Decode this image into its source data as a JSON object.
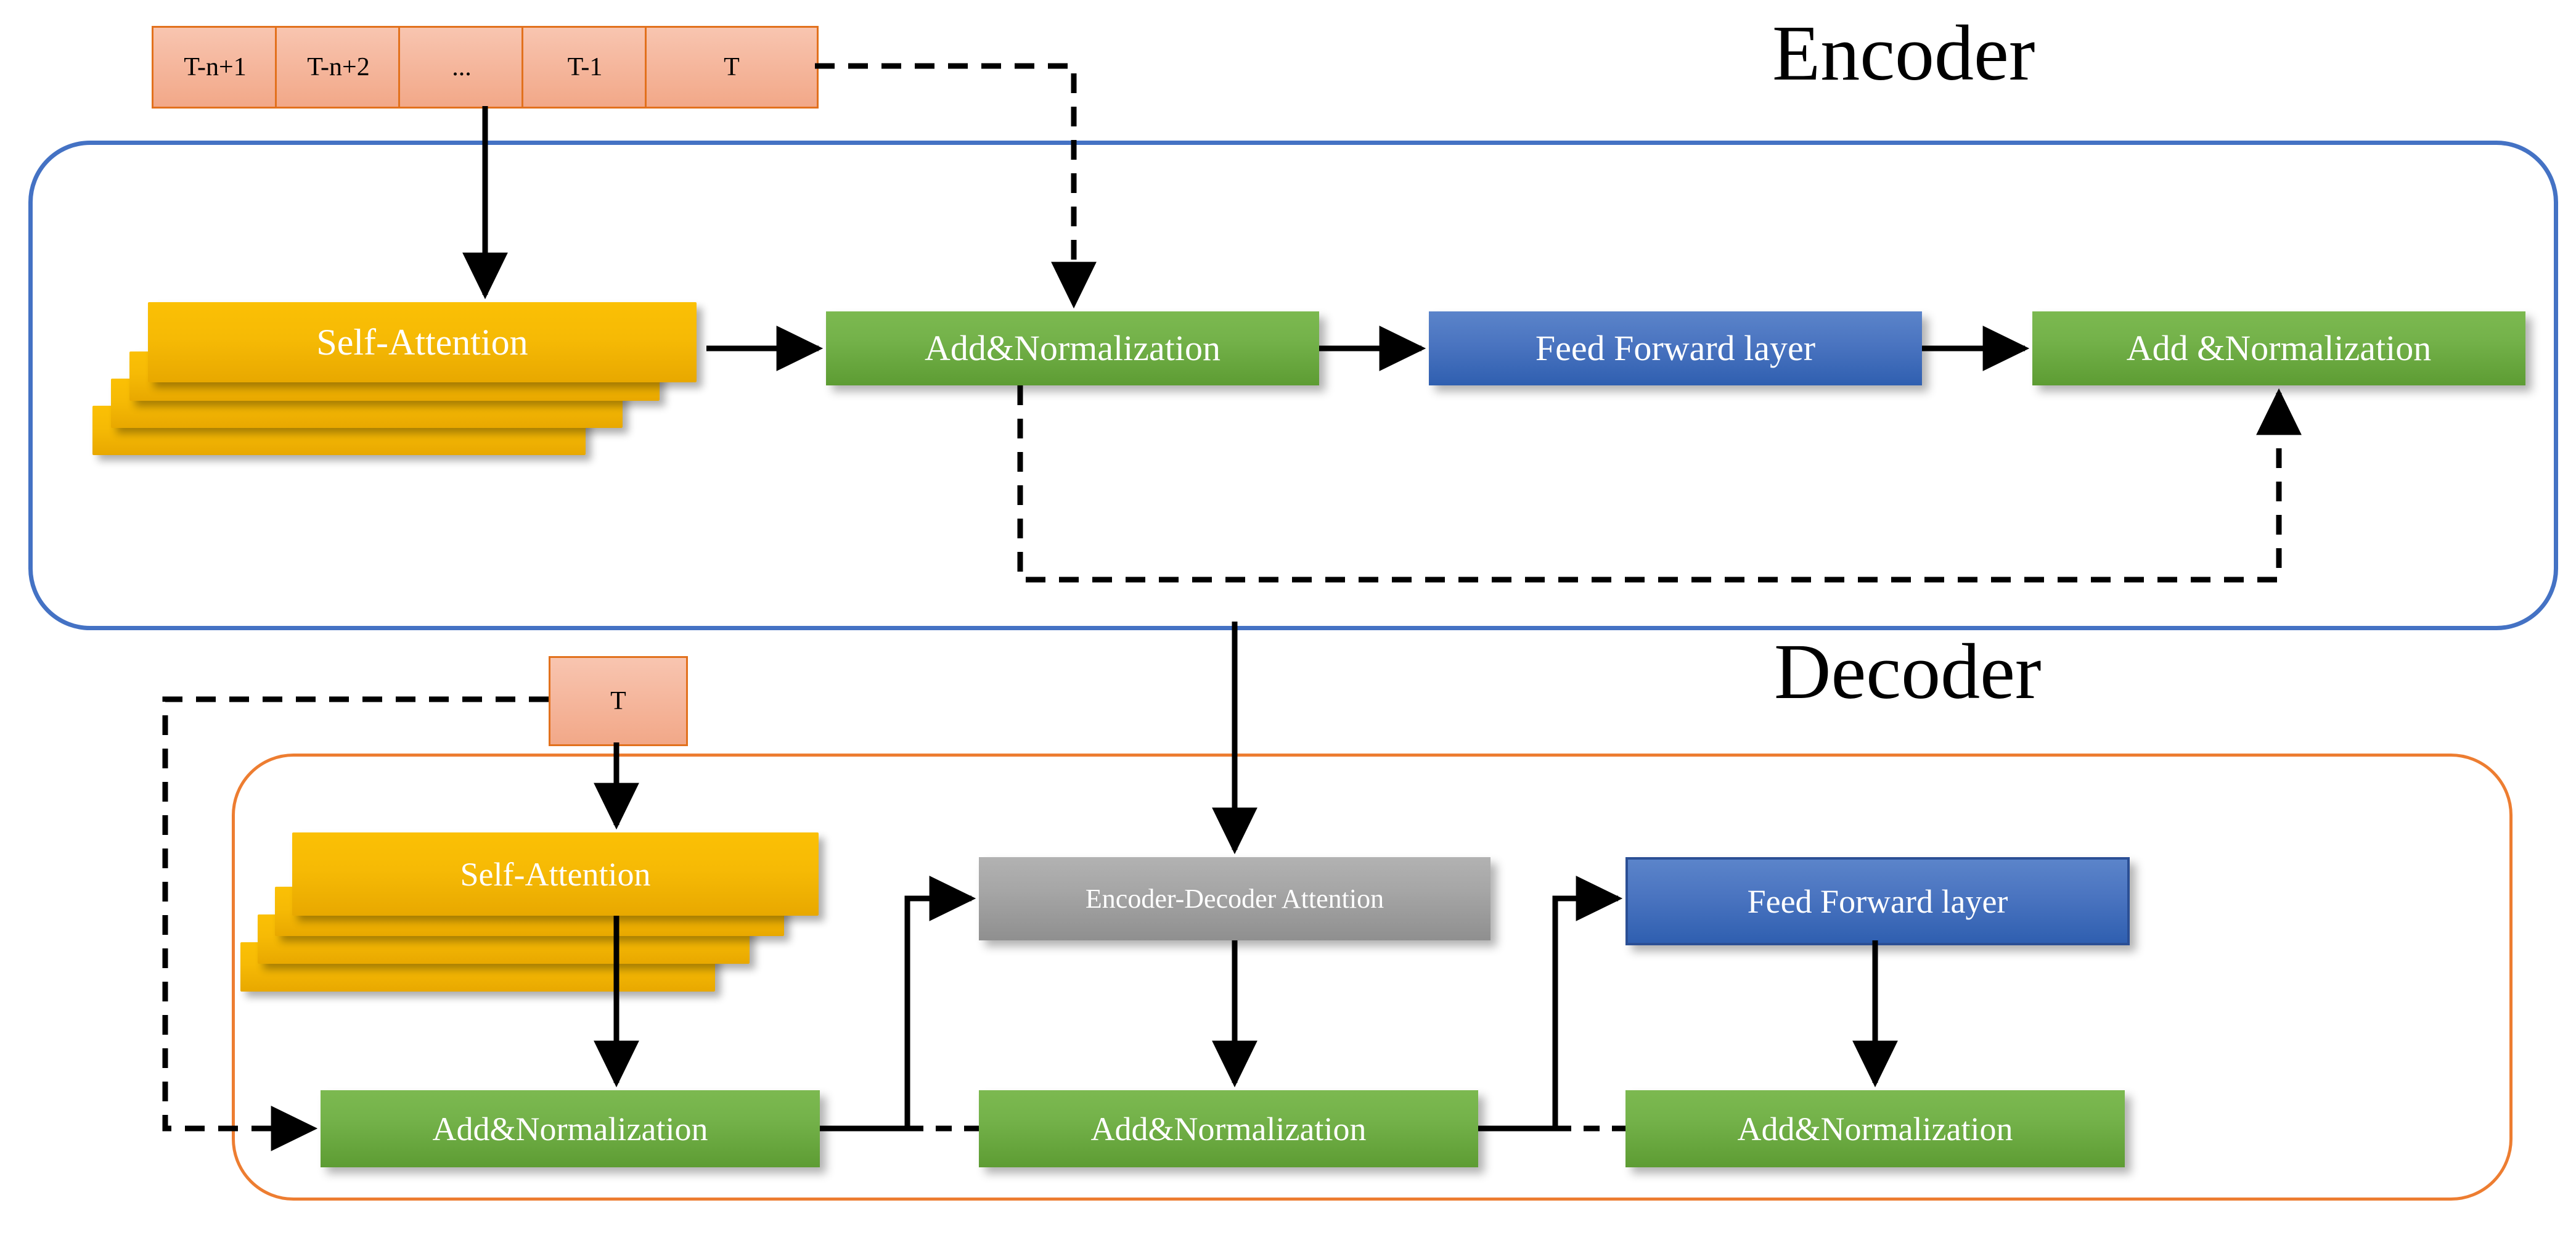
{
  "diagram": {
    "type": "transformer-encoder-decoder-architecture",
    "background": "#ffffff",
    "colors": {
      "encoder_frame": "#4472c4",
      "decoder_frame": "#ed7d31",
      "token_fill": "#f5b69c",
      "token_border": "#e2711d",
      "attention_fill": "#f7bc06",
      "norm_fill": "#74b24a",
      "feedforward_fill": "#4a74c0",
      "cross_attention_fill": "#a6a6a6",
      "connector": "#000000"
    }
  },
  "titles": {
    "encoder": "Encoder",
    "decoder": "Decoder"
  },
  "encoder_input": {
    "name": "input-sequence-strip",
    "tokens": [
      "T-n+1",
      "T-n+2",
      "...",
      "T-1",
      "T"
    ]
  },
  "decoder_input": {
    "name": "decoder-input-token",
    "tokens": [
      "T"
    ]
  },
  "encoder": {
    "blocks": [
      {
        "id": "enc-self-attention",
        "label": "Self-Attention",
        "kind": "stacked-attention",
        "layers": 4
      },
      {
        "id": "enc-add-norm-1",
        "label": "Add&Normalization",
        "kind": "norm"
      },
      {
        "id": "enc-feed-forward",
        "label": "Feed Forward layer",
        "kind": "feedforward"
      },
      {
        "id": "enc-add-norm-2",
        "label": "Add &Normalization",
        "kind": "norm"
      }
    ]
  },
  "decoder": {
    "blocks": [
      {
        "id": "dec-self-attention",
        "label": "Self-Attention",
        "kind": "stacked-attention",
        "layers": 4
      },
      {
        "id": "dec-cross-attention",
        "label": "Encoder-Decoder Attention",
        "kind": "cross-attention"
      },
      {
        "id": "dec-feed-forward",
        "label": "Feed Forward layer",
        "kind": "feedforward"
      },
      {
        "id": "dec-add-norm-1",
        "label": "Add&Normalization",
        "kind": "norm"
      },
      {
        "id": "dec-add-norm-2",
        "label": "Add&Normalization",
        "kind": "norm"
      },
      {
        "id": "dec-add-norm-3",
        "label": "Add&Normalization",
        "kind": "norm"
      }
    ]
  },
  "connections": [
    {
      "from": "input-sequence-strip",
      "to": "enc-self-attention",
      "style": "solid"
    },
    {
      "from": "input-sequence-strip",
      "to": "enc-add-norm-1",
      "style": "dashed"
    },
    {
      "from": "enc-self-attention",
      "to": "enc-add-norm-1",
      "style": "solid"
    },
    {
      "from": "enc-add-norm-1",
      "to": "enc-feed-forward",
      "style": "solid"
    },
    {
      "from": "enc-feed-forward",
      "to": "enc-add-norm-2",
      "style": "solid"
    },
    {
      "from": "enc-add-norm-1",
      "to": "enc-add-norm-2",
      "style": "dashed"
    },
    {
      "from": "enc-add-norm-2",
      "to": "dec-cross-attention",
      "style": "solid"
    },
    {
      "from": "decoder-input-token",
      "to": "dec-self-attention",
      "style": "solid"
    },
    {
      "from": "decoder-input-token",
      "to": "dec-add-norm-1",
      "style": "dashed"
    },
    {
      "from": "dec-self-attention",
      "to": "dec-add-norm-1",
      "style": "solid"
    },
    {
      "from": "dec-add-norm-1",
      "to": "dec-cross-attention",
      "style": "solid"
    },
    {
      "from": "dec-cross-attention",
      "to": "dec-add-norm-2",
      "style": "solid"
    },
    {
      "from": "dec-add-norm-2",
      "to": "dec-feed-forward",
      "style": "solid"
    },
    {
      "from": "dec-feed-forward",
      "to": "dec-add-norm-3",
      "style": "solid"
    }
  ]
}
